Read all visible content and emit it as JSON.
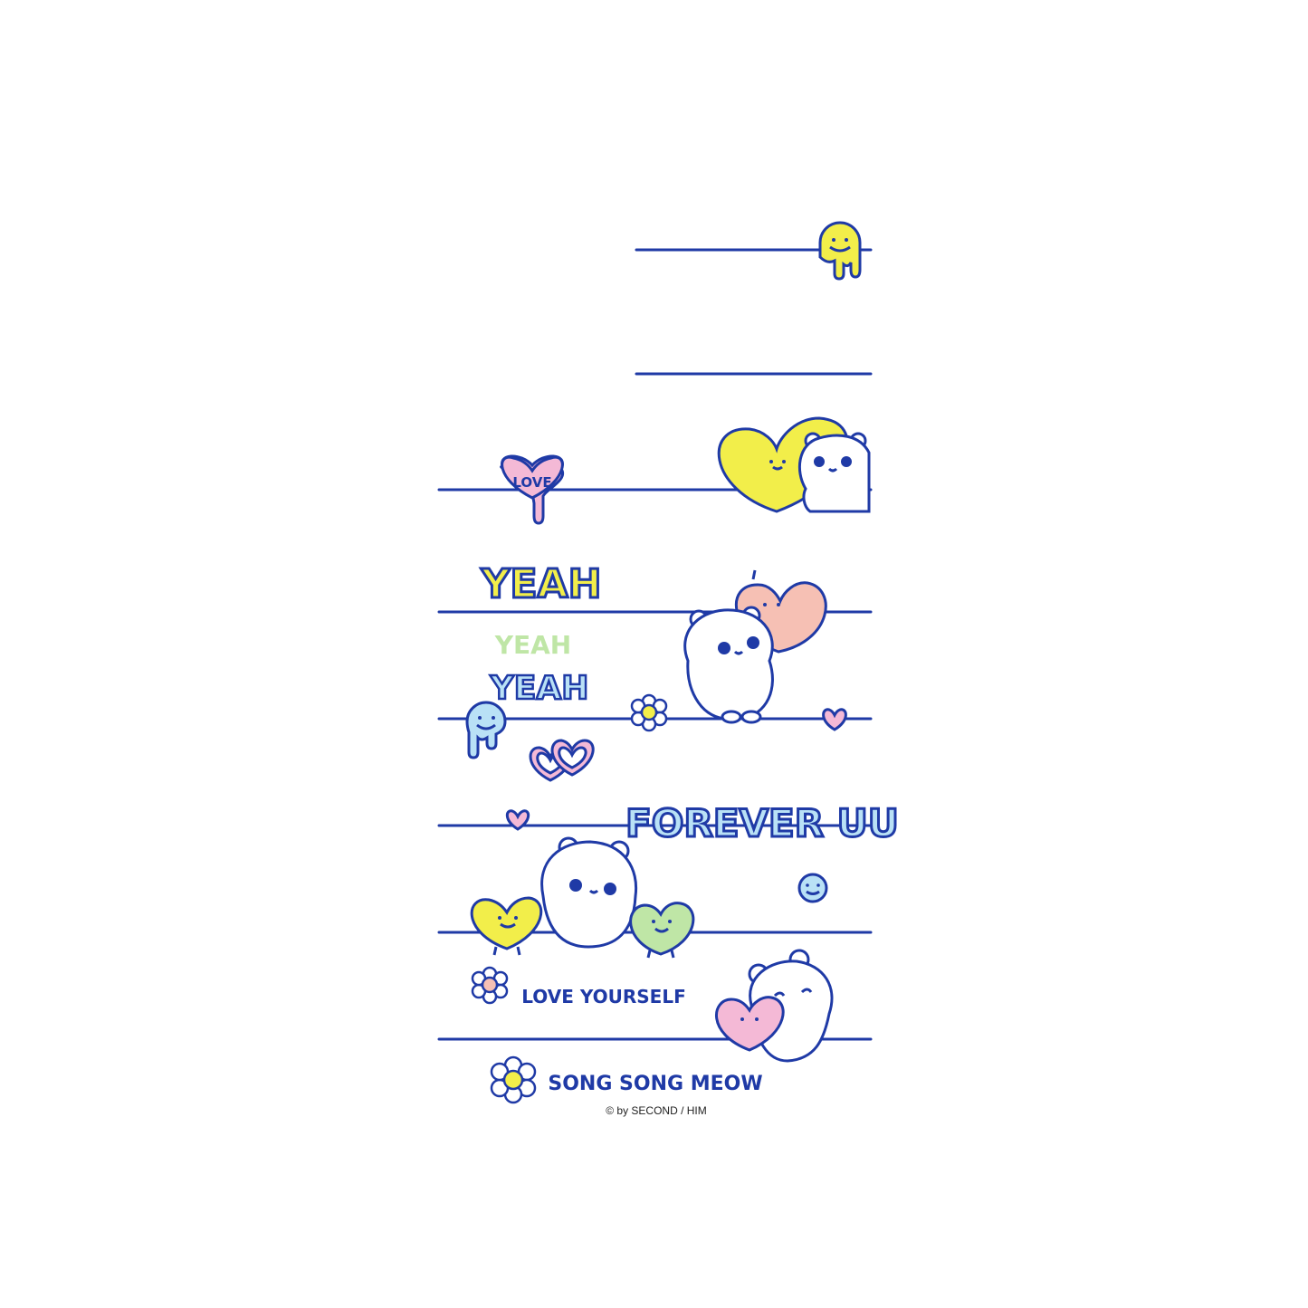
{
  "stickers": {
    "love_heart": "LOVE",
    "yeah_big": "YEAH",
    "yeah_small_1": "YEAH",
    "yeah_small_2": "YEAH",
    "forever": "FOREVER UU",
    "love_yourself": "LOVE YOURSELF"
  },
  "brand": {
    "name": "SONG SONG MEOW",
    "copyright": "© by SECOND / HIM"
  },
  "colors": {
    "line_blue": "#1f3aa6",
    "yellow": "#f2ee4a",
    "pink": "#f4b9d6",
    "peach": "#f6c0b4",
    "mint": "#bfe6a6",
    "sky": "#b9e1f6",
    "lavender": "#c9b8f2"
  },
  "icons": [
    "melting-smiley-icon",
    "heart-icon",
    "bear-icon",
    "flower-icon",
    "linked-hearts-icon",
    "smiley-ball-icon"
  ]
}
